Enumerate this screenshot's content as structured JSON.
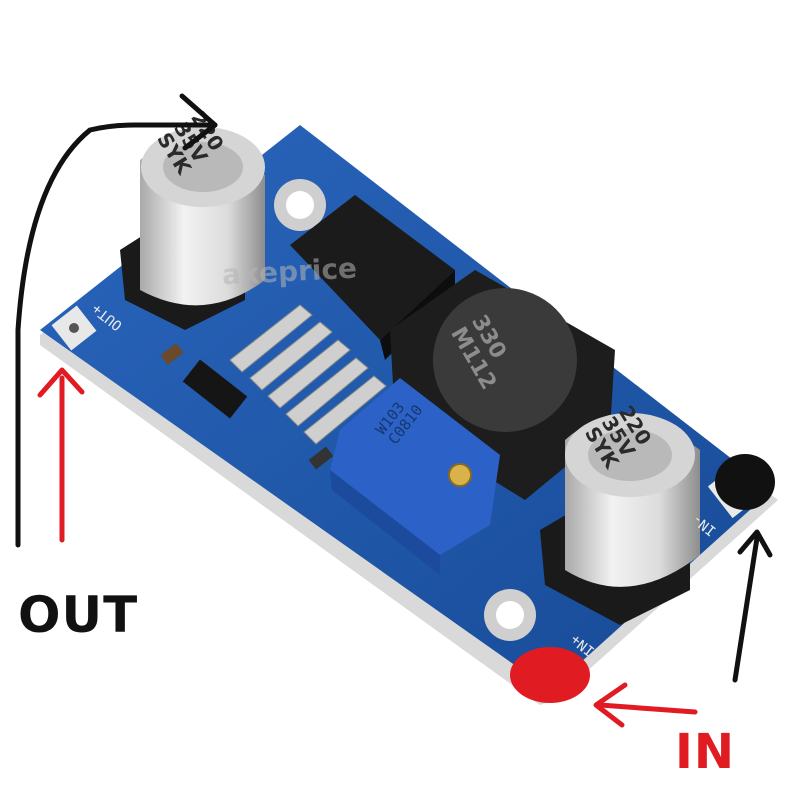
{
  "labels": {
    "out": "OUT",
    "in": "IN",
    "watermark": "axeprice"
  },
  "silkscreen": {
    "out_plus": "OUT+",
    "in_minus": "IN-",
    "in_plus": "IN+"
  },
  "components": {
    "cap_left": [
      "220",
      "35V",
      "SYK"
    ],
    "cap_right": [
      "220",
      "35V",
      "SYK"
    ],
    "inductor": [
      "330",
      "M112"
    ],
    "trimpot": [
      "W103",
      "C0810"
    ]
  },
  "colors": {
    "pcb": "#1f57a8",
    "annotation_black": "#111111",
    "annotation_red": "#e01b22"
  }
}
